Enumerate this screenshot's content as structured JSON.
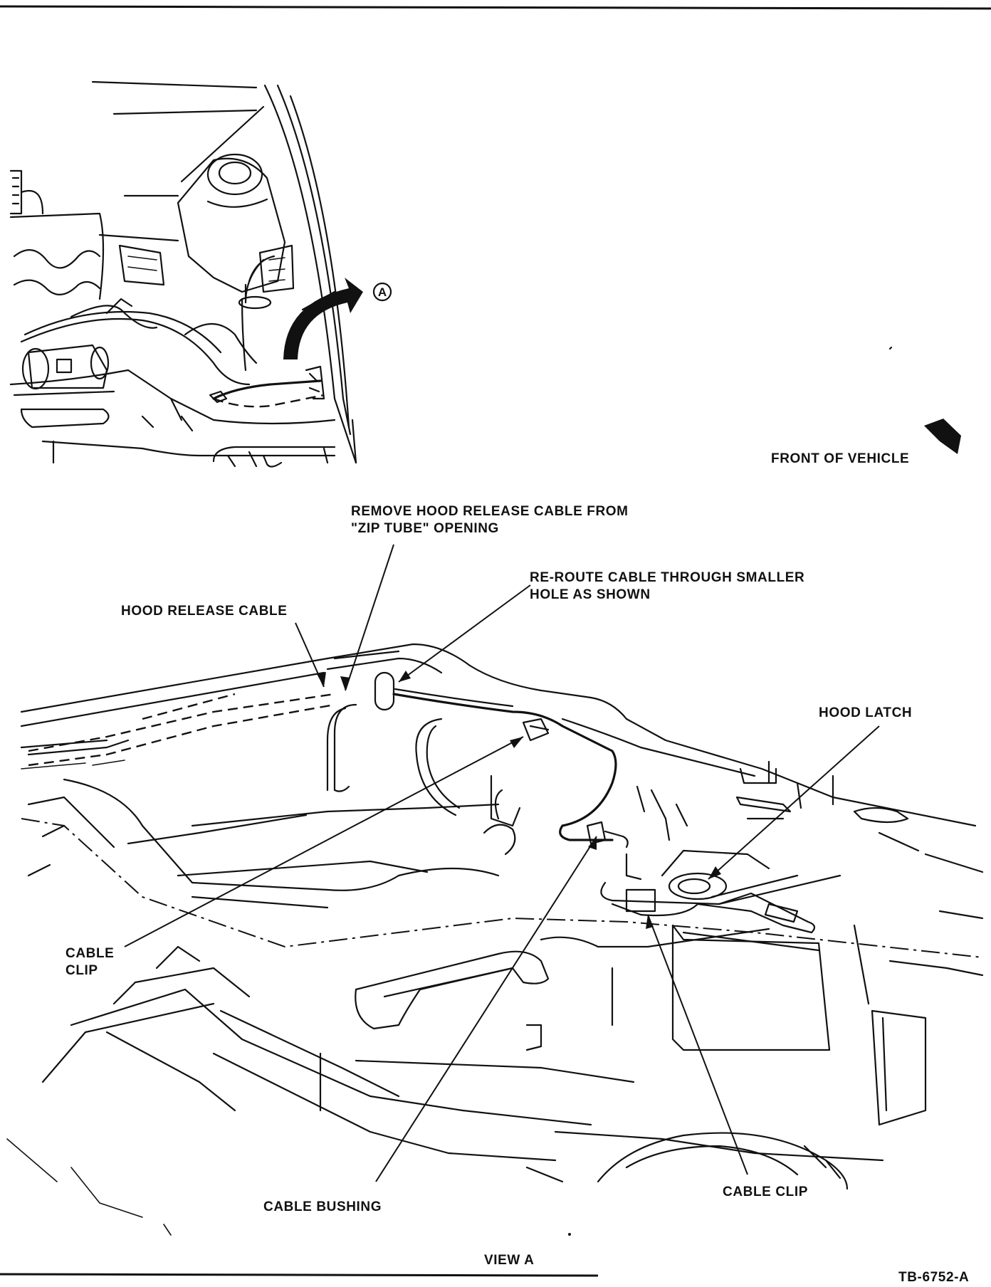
{
  "labels": {
    "front_of_vehicle": "FRONT OF VEHICLE",
    "remove_cable_line1": "REMOVE HOOD RELEASE CABLE FROM",
    "remove_cable_line2": "\"ZIP TUBE\" OPENING",
    "reroute_line1": "RE-ROUTE CABLE THROUGH SMALLER",
    "reroute_line2": "HOLE AS SHOWN",
    "hood_release_cable": "HOOD RELEASE CABLE",
    "hood_latch": "HOOD LATCH",
    "cable_clip_left_line1": "CABLE",
    "cable_clip_left_line2": "CLIP",
    "cable_bushing": "CABLE BUSHING",
    "cable_clip_right": "CABLE CLIP",
    "view_a": "VIEW A",
    "figure_id": "TB-6752-A",
    "callout_a": "A"
  }
}
